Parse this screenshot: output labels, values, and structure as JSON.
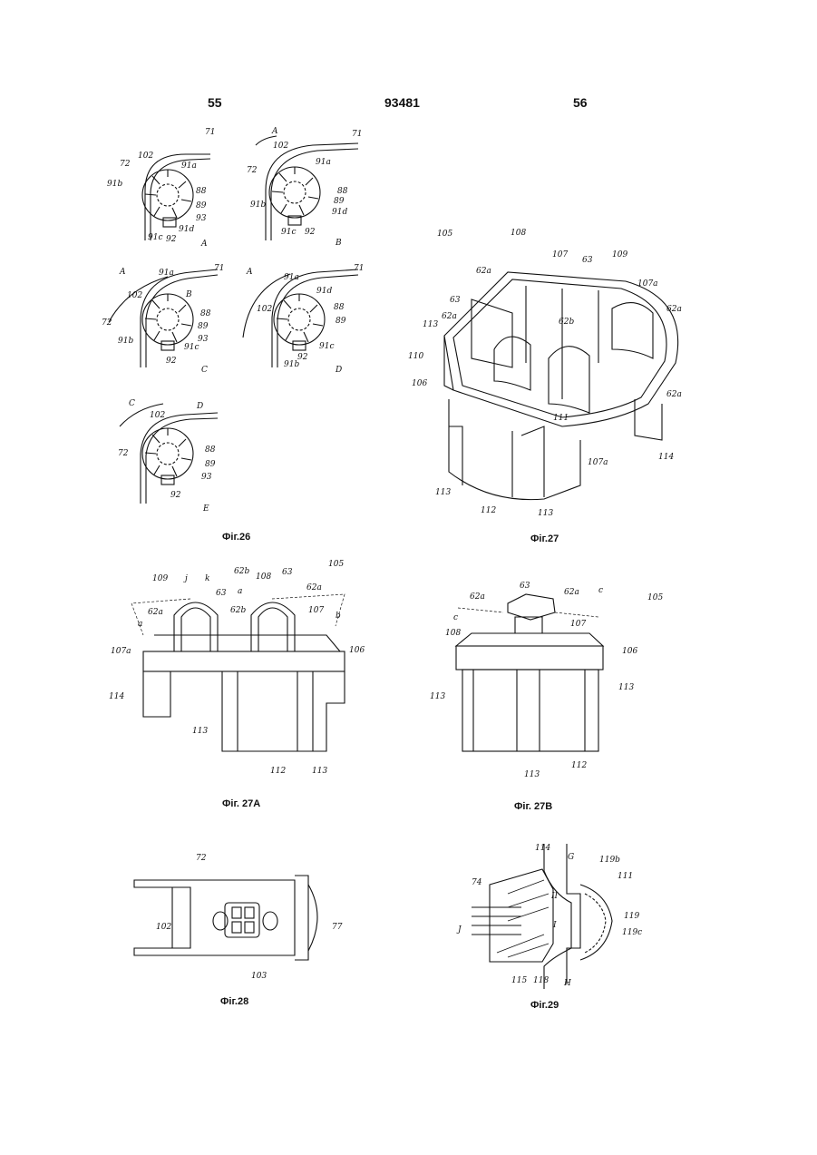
{
  "header": {
    "left_page": "55",
    "patent_number": "93481",
    "right_page": "56"
  },
  "captions": {
    "fig26": "Фіг.26",
    "fig27": "Фіг.27",
    "fig27a": "Фіг. 27A",
    "fig27b": "Фіг. 27B",
    "fig28": "Фіг.28",
    "fig29": "Фіг.29"
  },
  "fig26": {
    "panels": [
      "A",
      "B",
      "C",
      "D",
      "E"
    ],
    "refs": [
      "71",
      "72",
      "88",
      "89",
      "91a",
      "91b",
      "91c",
      "91d",
      "92",
      "93",
      "102"
    ],
    "arrows": [
      "A",
      "B",
      "C",
      "D"
    ]
  },
  "fig27": {
    "refs": [
      "105",
      "108",
      "107",
      "63",
      "109",
      "107a",
      "62a",
      "62b",
      "63",
      "113",
      "110",
      "106",
      "111",
      "114",
      "112"
    ]
  },
  "fig27a": {
    "refs": [
      "109",
      "j",
      "k",
      "62b",
      "63",
      "108",
      "105",
      "62a",
      "107",
      "a",
      "b",
      "107a",
      "106",
      "114",
      "113",
      "112"
    ]
  },
  "fig27b": {
    "refs": [
      "63",
      "62a",
      "c",
      "105",
      "108",
      "107",
      "106",
      "113",
      "112"
    ]
  },
  "fig28": {
    "refs": [
      "72",
      "77",
      "102",
      "103"
    ]
  },
  "fig29": {
    "refs": [
      "74",
      "114",
      "G",
      "119b",
      "111",
      "II",
      "I",
      "J",
      "119",
      "119c",
      "115",
      "118",
      "H"
    ]
  }
}
